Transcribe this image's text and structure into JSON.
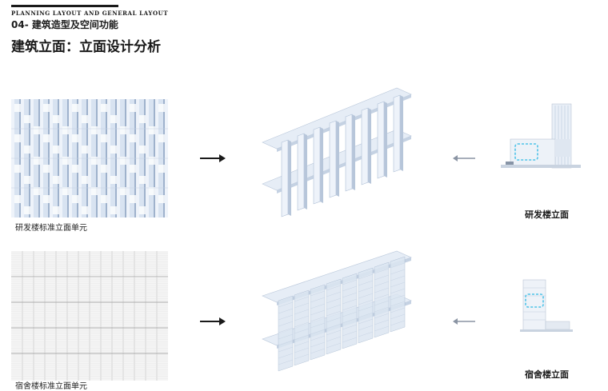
{
  "header": {
    "english_title": "PLANNING LAYOUT AND GENERAL LAYOUT",
    "section": "04- 建筑造型及空间功能",
    "page_title": "建筑立面：立面设计分析"
  },
  "rows": [
    {
      "unit_caption": "研发楼标准立面单元",
      "building_caption": "研发楼立面"
    },
    {
      "unit_caption": "宿舍楼标准立面单元",
      "building_caption": "宿舍楼立面"
    }
  ],
  "icons": {
    "forward_arrow": "arrow-right-icon",
    "back_arrow": "arrow-left-icon"
  },
  "colors": {
    "ink": "#1a1a1a",
    "facade_blue": "#dfe8f4",
    "facade_shadow": "#aebfd6",
    "accent_cyan": "#4fc3e8"
  }
}
